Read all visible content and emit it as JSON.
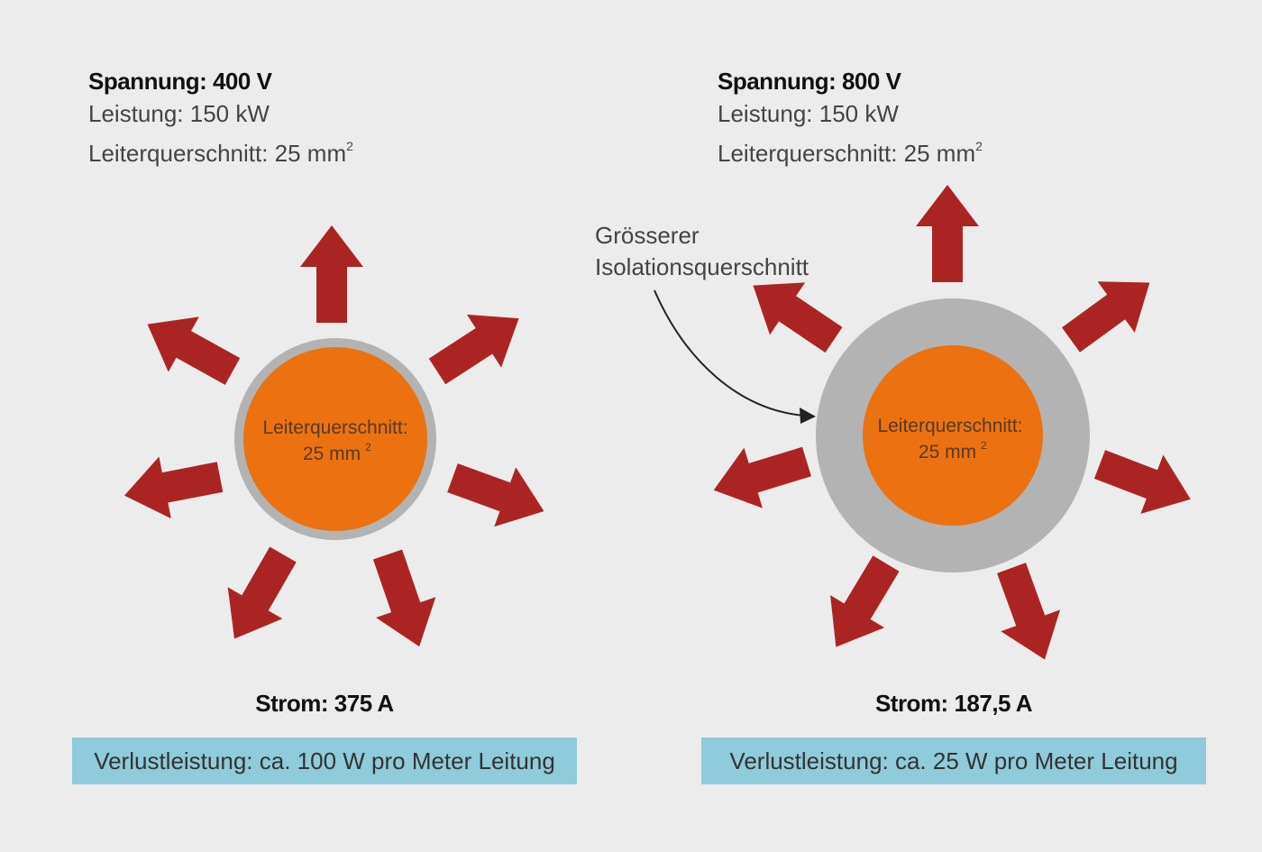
{
  "left": {
    "voltage": "Spannung: 400 V",
    "power": "Leistung: 150 kW",
    "cross_section": "Leiterquerschnitt: 25 mm",
    "cross_section_exp": "2",
    "core_label_line1": "Leiterquerschnitt:",
    "core_label_line2": "25 mm",
    "core_label_exp": "2",
    "current": "Strom: 375 A",
    "loss": "Verlustleistung: ca. 100 W pro Meter Leitung"
  },
  "right": {
    "voltage": "Spannung: 800 V",
    "power": "Leistung: 150 kW",
    "cross_section": "Leiterquerschnitt: 25 mm",
    "cross_section_exp": "2",
    "core_label_line1": "Leiterquerschnitt:",
    "core_label_line2": "25 mm",
    "core_label_exp": "2",
    "current": "Strom: 187,5 A",
    "loss": "Verlustleistung: ca. 25 W pro Meter Leitung"
  },
  "annotation": {
    "line1": "Grösserer",
    "line2": "Isolationsquerschnitt"
  },
  "colors": {
    "background": "#ececec",
    "conductor": "#ec7211",
    "insulation": "#b3b3b3",
    "heat_arrow": "#ab2424",
    "loss_box": "#8fcbda"
  }
}
